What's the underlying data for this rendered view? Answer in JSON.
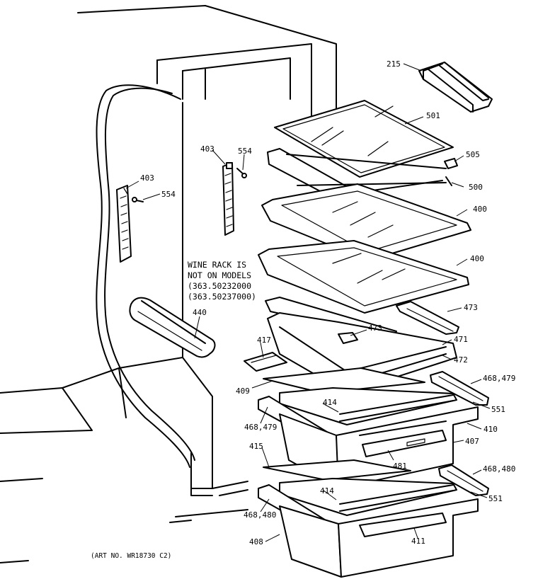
{
  "parts": {
    "p215": "215",
    "p501": "501",
    "p505": "505",
    "p500": "500",
    "p400a": "400",
    "p400b": "400",
    "p403a": "403",
    "p554a": "554",
    "p403b": "403",
    "p554b": "554",
    "p473a": "473",
    "p473b": "473",
    "p471": "471",
    "p472": "472",
    "p417": "417",
    "p440": "440",
    "p409": "409",
    "p468_479a": "468,479",
    "p414a": "414",
    "p551a": "551",
    "p468_479b": "468,479",
    "p410": "410",
    "p415": "415",
    "p407": "407",
    "p481": "481",
    "p468_480a": "468,480",
    "p414b": "414",
    "p551b": "551",
    "p468_480b": "468,480",
    "p408": "408",
    "p411": "411"
  },
  "note": {
    "line1": "WINE RACK IS",
    "line2": "NOT ON MODELS",
    "line3": "(363.50232000",
    "line4": "(363.50237000)"
  },
  "art_number": "(ART NO. WR18730 C2)"
}
